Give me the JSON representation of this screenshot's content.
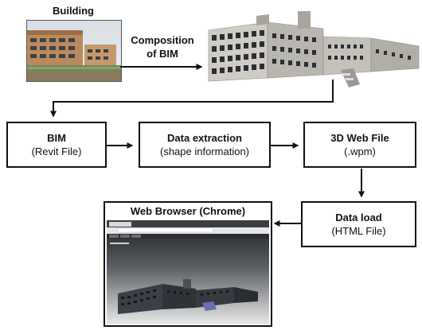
{
  "building_label": "Building",
  "composition_label": [
    "Composition",
    "of BIM"
  ],
  "boxes": {
    "bim": {
      "title": "BIM",
      "sub": "(Revit File)"
    },
    "extraction": {
      "title": "Data extraction",
      "sub": "(shape information)"
    },
    "web3d": {
      "title": "3D Web File",
      "sub": "(.wpm)"
    },
    "dataload": {
      "title": "Data load",
      "sub": "(HTML File)"
    }
  },
  "browser": {
    "title": "Web Browser (Chrome)"
  },
  "colors": {
    "line": "#111111",
    "building_wall": "#c9c5bf",
    "window": "#2b2f33"
  }
}
